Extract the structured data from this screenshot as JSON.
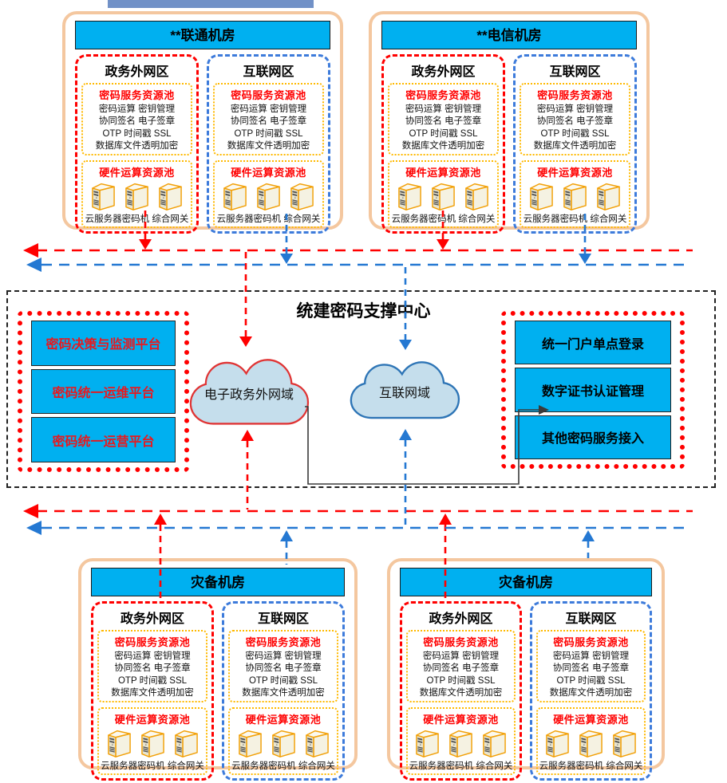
{
  "rooms": [
    {
      "id": "unicom",
      "title": "**联通机房"
    },
    {
      "id": "telecom",
      "title": "**电信机房"
    },
    {
      "id": "dr-left",
      "title": "灾备机房"
    },
    {
      "id": "dr-right",
      "title": "灾备机房"
    }
  ],
  "room_content": {
    "gov_zone_title": "政务外网区",
    "internet_zone_title": "互联网区",
    "service_pool_title": "密码服务资源池",
    "service_lines": [
      "密码运算 密钥管理",
      "协同签名 电子签章",
      "OTP 时间戳 SSL",
      "数据库文件透明加密"
    ],
    "hardware_pool_title": "硬件运算资源池",
    "hardware_caption": "云服务器密码机 综合网关",
    "server_count": 3,
    "server_icon": "server-tower-icon"
  },
  "center": {
    "title": "统建密码支撑中心",
    "left_platforms": [
      "密码决策与监测平台",
      "密码统一运维平台",
      "密码统一运营平台"
    ],
    "right_platforms": [
      "统一门户单点登录",
      "数字证书认证管理",
      "其他密码服务接入"
    ],
    "clouds": [
      {
        "label": "电子政务外网域",
        "border": "#E03434"
      },
      {
        "label": "互联网域",
        "border": "#2E75B6"
      }
    ]
  },
  "colors": {
    "header_blue": "#00B0F0",
    "frame_peach": "#F4C79F",
    "zone_red": "#FF0000",
    "zone_blue": "#3D7BDB",
    "pool_yellow": "#FFB900",
    "arrow_red": "#FF0000",
    "arrow_blue": "#2478D2",
    "cloud_fill": "#C5DEEC",
    "top_decoration": "#7191C7"
  }
}
